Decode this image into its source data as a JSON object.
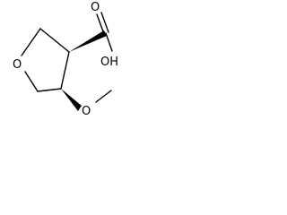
{
  "molecule": {
    "atoms": {
      "ring_oxygen": "O",
      "hydroxyl": "OH",
      "carbonyl_oxygen": "O",
      "methoxy_oxygen": "O"
    },
    "stereo_bonds": [
      "wedge",
      "wedge"
    ]
  }
}
